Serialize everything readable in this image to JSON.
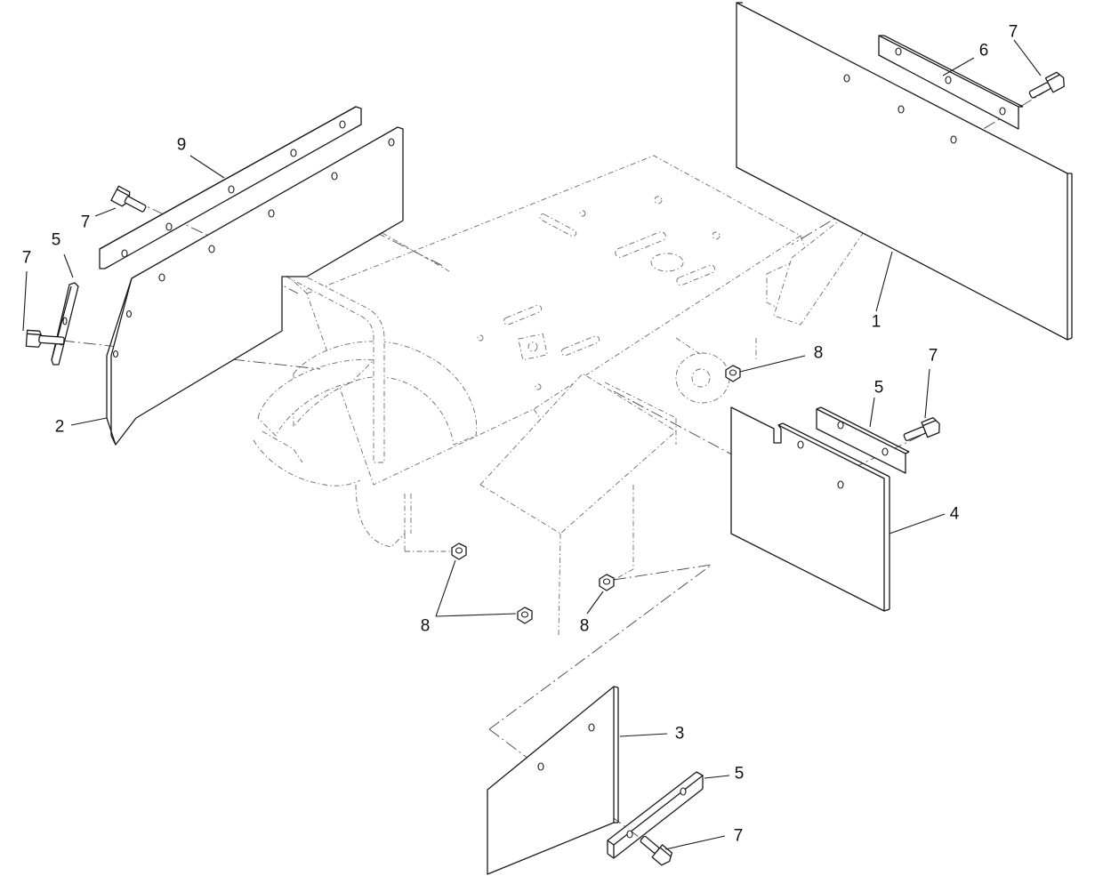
{
  "callouts": {
    "c1": "1",
    "c2": "2",
    "c3": "3",
    "c4": "4",
    "c5a": "5",
    "c5b": "5",
    "c5c": "5",
    "c6": "6",
    "c7a": "7",
    "c7b": "7",
    "c7c": "7",
    "c7d": "7",
    "c7e": "7",
    "c8a": "8",
    "c8b": "8",
    "c8c": "8",
    "c9": "9"
  }
}
